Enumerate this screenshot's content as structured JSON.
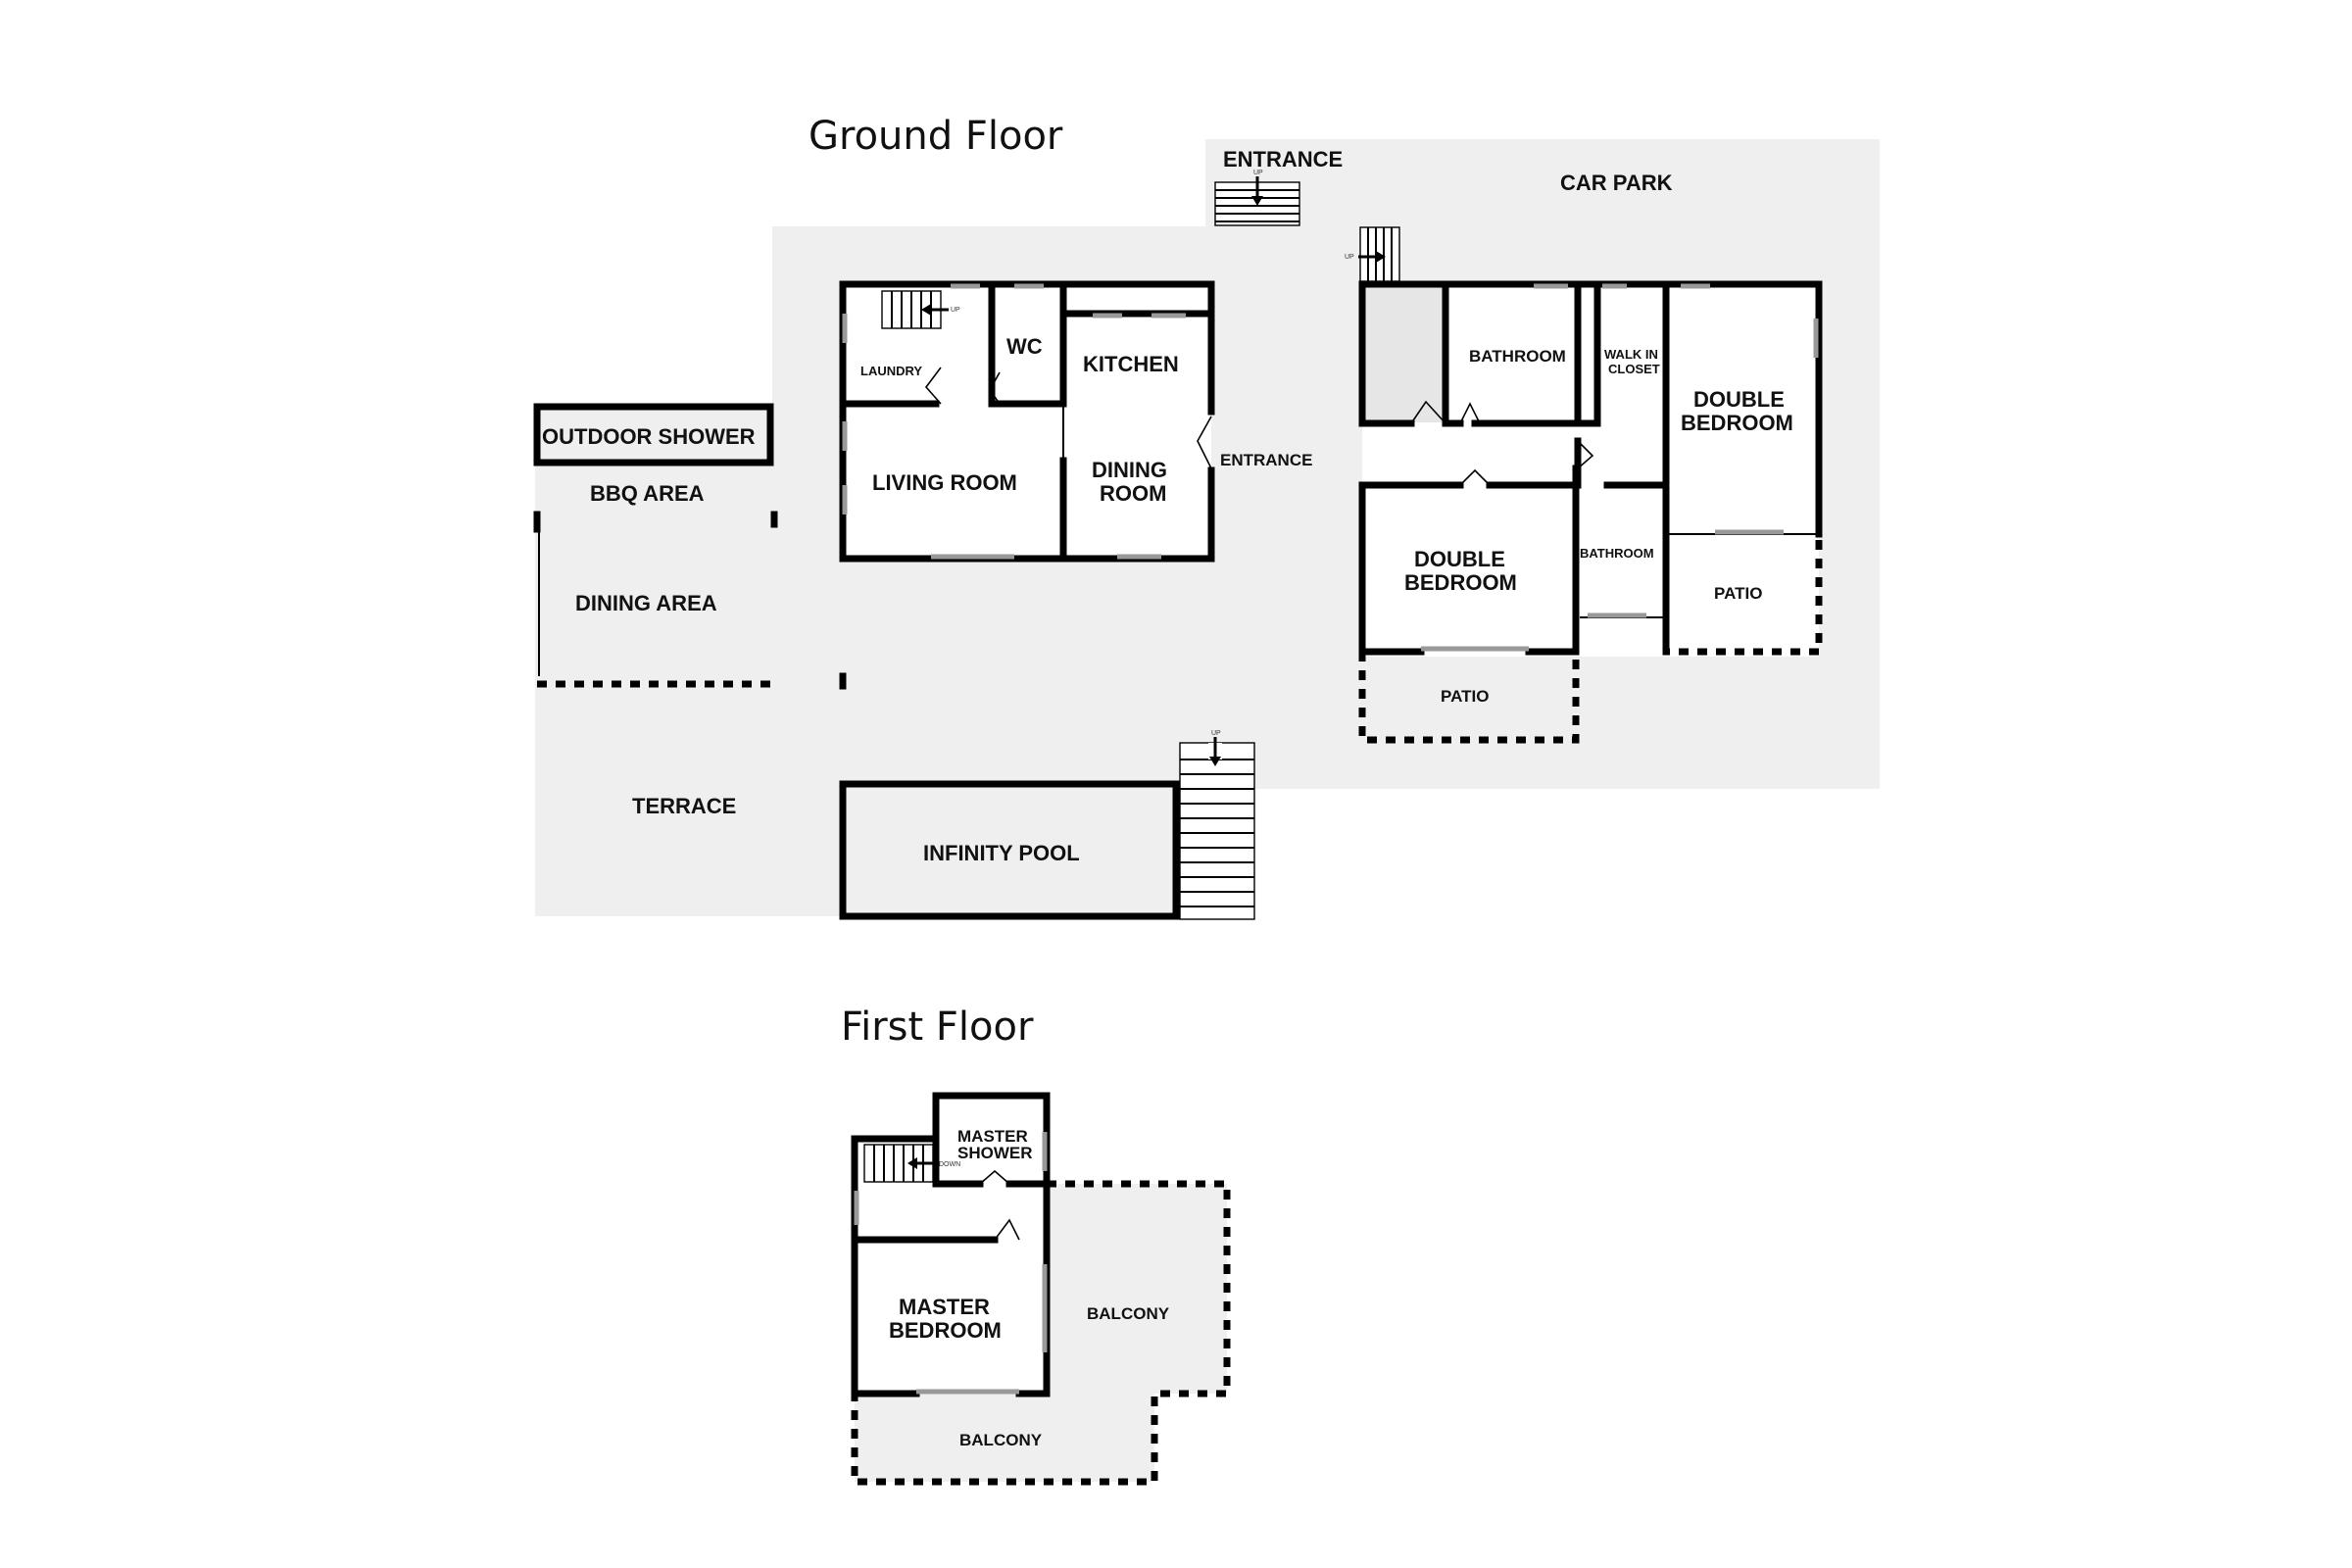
{
  "floors": {
    "ground": {
      "title": "Ground Floor",
      "rooms": {
        "entrance_top": "ENTRANCE",
        "car_park": "CAR PARK",
        "outdoor_shower": "OUTDOOR SHOWER",
        "bbq_area": "BBQ AREA",
        "dining_area": "DINING AREA",
        "terrace": "TERRACE",
        "infinity_pool": "INFINITY POOL",
        "laundry": "LAUNDRY",
        "wc": "WC",
        "kitchen": "KITCHEN",
        "living_room": "LIVING ROOM",
        "dining_room_line1": "DINING",
        "dining_room_line2": "ROOM",
        "entrance_hall": "ENTRANCE",
        "bathroom_1": "BATHROOM",
        "walk_in_closet_line1": "WALK IN",
        "walk_in_closet_line2": "CLOSET",
        "double_bedroom_1_line1": "DOUBLE",
        "double_bedroom_1_line2": "BEDROOM",
        "double_bedroom_2_line1": "DOUBLE",
        "double_bedroom_2_line2": "BEDROOM",
        "bathroom_2": "BATHROOM",
        "patio_1": "PATIO",
        "patio_2": "PATIO"
      },
      "stair_labels": {
        "entrance_stairs": "UP",
        "carpark_stairs": "UP",
        "laundry_stairs": "UP",
        "pool_stairs": "UP"
      }
    },
    "first": {
      "title": "First Floor",
      "rooms": {
        "master_shower_line1": "MASTER",
        "master_shower_line2": "SHOWER",
        "master_bedroom_line1": "MASTER",
        "master_bedroom_line2": "BEDROOM",
        "balcony_right": "BALCONY",
        "balcony_bottom": "BALCONY"
      },
      "stair_labels": {
        "main_stairs": "DOWN"
      }
    }
  },
  "colors": {
    "walls": "#000000",
    "outdoor_area": "#efefef",
    "background": "#ffffff"
  }
}
